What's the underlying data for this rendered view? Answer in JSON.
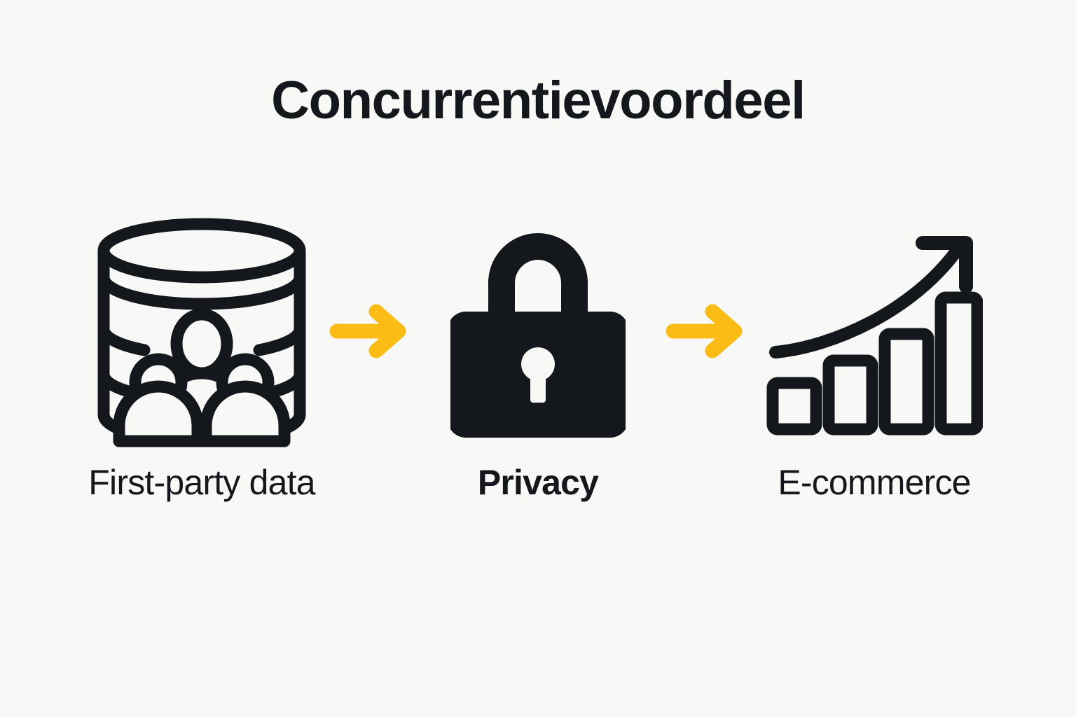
{
  "page": {
    "title": "Concurrentievoordeel",
    "background_color": "#f8f8f7",
    "ink_color": "#14181c",
    "accent_color": "#fbbc15"
  },
  "flow": {
    "steps": [
      {
        "label": "First-party data",
        "icon": "database-users-icon",
        "emphasis": "regular"
      },
      {
        "label": "Privacy",
        "icon": "padlock-icon",
        "emphasis": "bold"
      },
      {
        "label": "E-commerce",
        "icon": "growth-bar-chart-icon",
        "emphasis": "regular"
      }
    ],
    "connectors": [
      {
        "icon": "arrow-right-icon"
      },
      {
        "icon": "arrow-right-icon"
      }
    ]
  }
}
